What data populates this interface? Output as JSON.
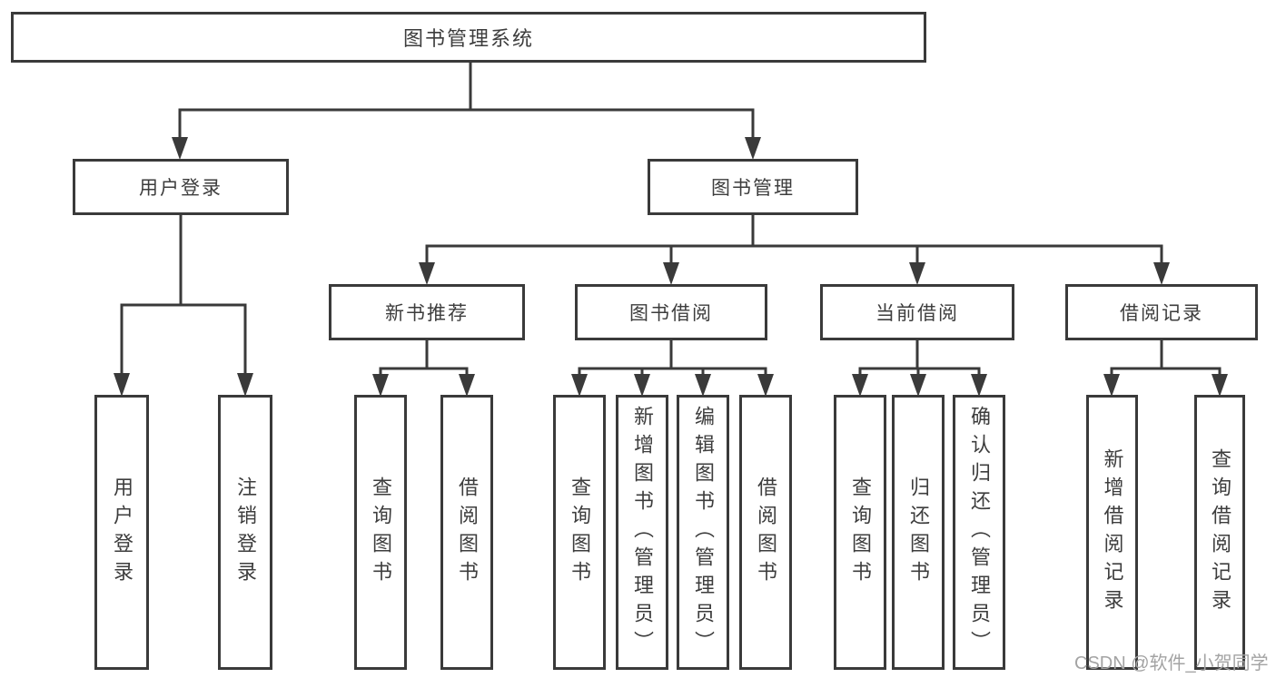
{
  "diagram": {
    "title": "图书管理系统",
    "level2": {
      "user_login": "用户登录",
      "book_mgmt": "图书管理"
    },
    "level3": {
      "new_books": "新书推荐",
      "borrowing": "图书借阅",
      "current": "当前借阅",
      "records": "借阅记录"
    },
    "leaves": {
      "user_login": [
        "用户登录",
        "注销登录"
      ],
      "new_books": [
        "查询图书",
        "借阅图书"
      ],
      "borrowing": [
        "查询图书",
        "新增图书（管理员）",
        "编辑图书（管理员）",
        "借阅图书"
      ],
      "current": [
        "查询图书",
        "归还图书",
        "确认归还（管理员）"
      ],
      "records": [
        "新增借阅记录",
        "查询借阅记录"
      ]
    },
    "watermark": "CSDN @软件_小贺同学",
    "colors": {
      "line": "#3a3a3a",
      "text": "#3d3d3d",
      "watermark": "#a3a3a3",
      "background": "#ffffff"
    }
  }
}
